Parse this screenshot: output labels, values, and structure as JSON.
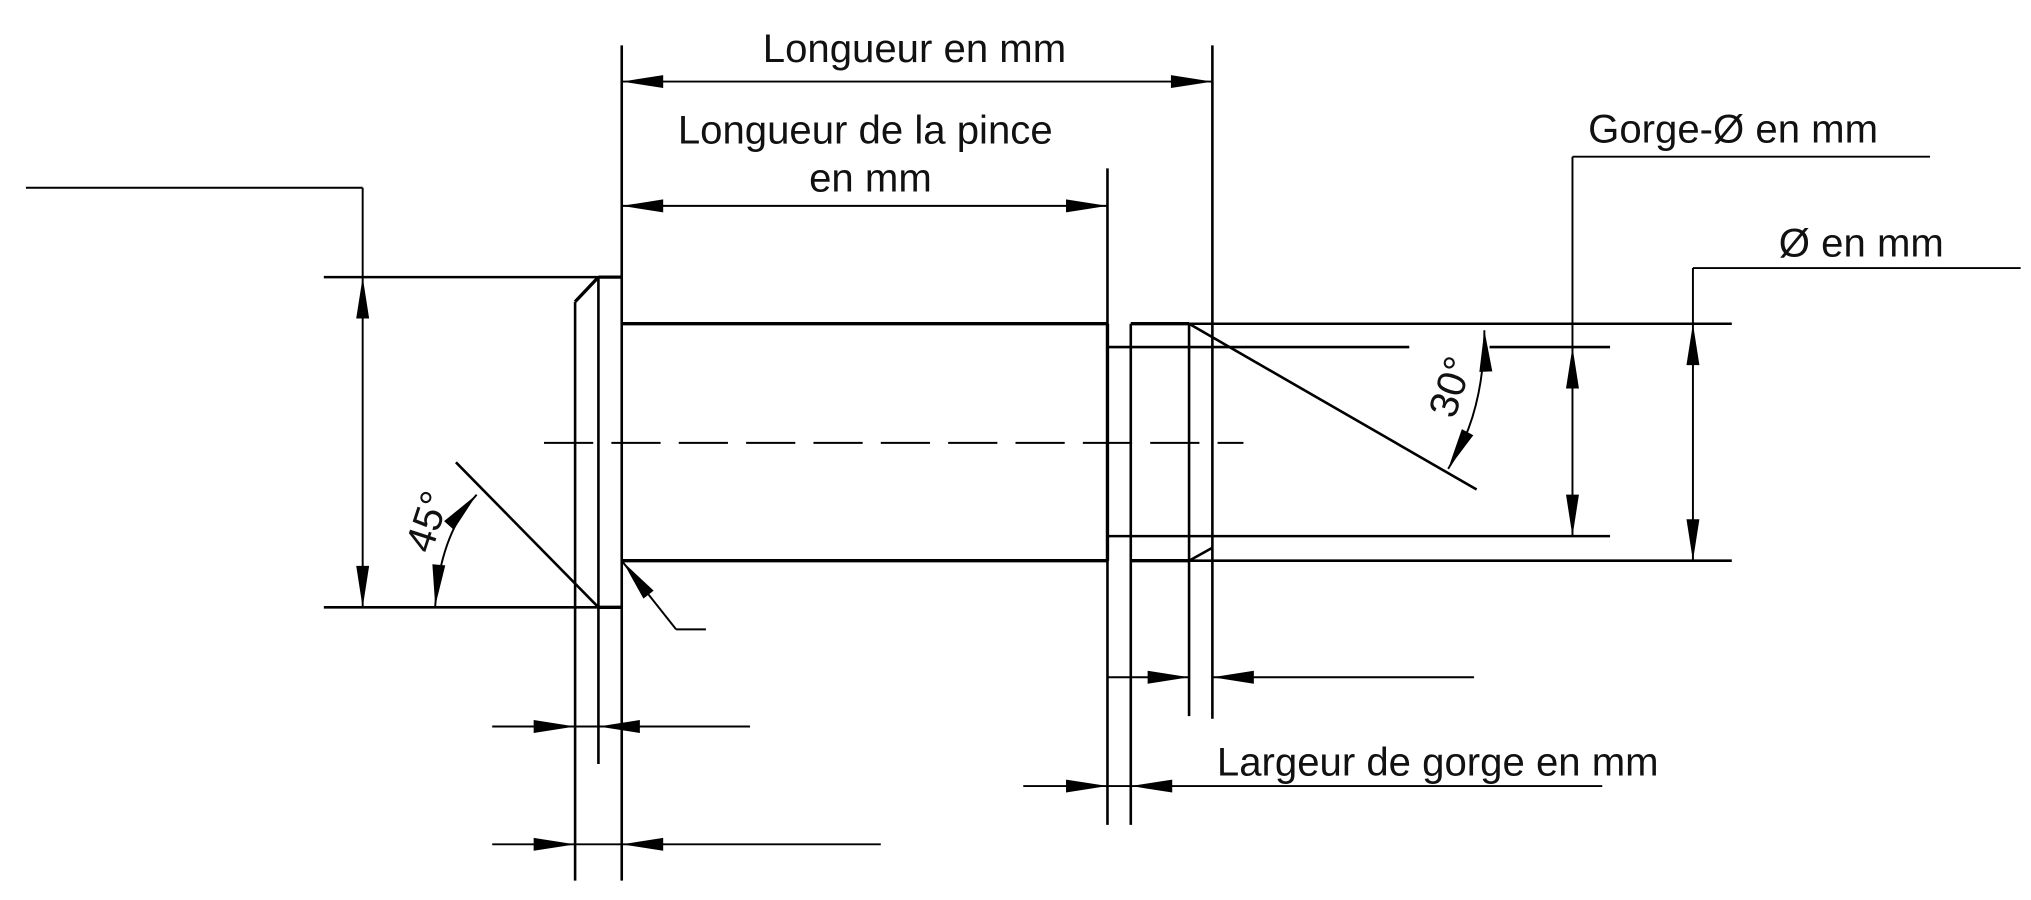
{
  "labels": {
    "length": "Longueur en mm",
    "clamp_length_line1": "Longueur de la pince",
    "clamp_length_line2": "en mm",
    "groove_diameter": "Gorge-Ø en mm",
    "diameter": "Ø en mm",
    "groove_width": "Largeur de gorge en mm",
    "angle_45": "45°",
    "angle_30": "30°"
  }
}
